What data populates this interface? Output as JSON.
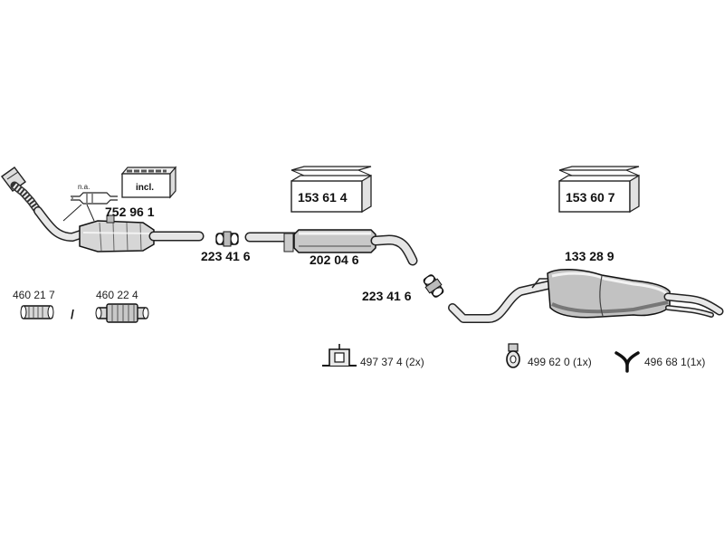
{
  "parts": {
    "front_pipe_cat": "752 96 1",
    "clamp_front": "223 41 6",
    "middle_silencer": "202 04 6",
    "clamp_rear": "223 41 6",
    "rear_silencer": "133 28 9",
    "flex_a": "460 21 7",
    "separator": "/",
    "flex_b": "460 22 4"
  },
  "kits": {
    "kit_middle": "153 61 4",
    "kit_rear": "153 60 7",
    "incl_label": "incl.",
    "na_label": "n.a."
  },
  "mounts": {
    "bracket": "497 37 4 (2x)",
    "rubber_ring": "499 62 0 (1x)",
    "hanger_y": "496 68 1(1x)"
  }
}
